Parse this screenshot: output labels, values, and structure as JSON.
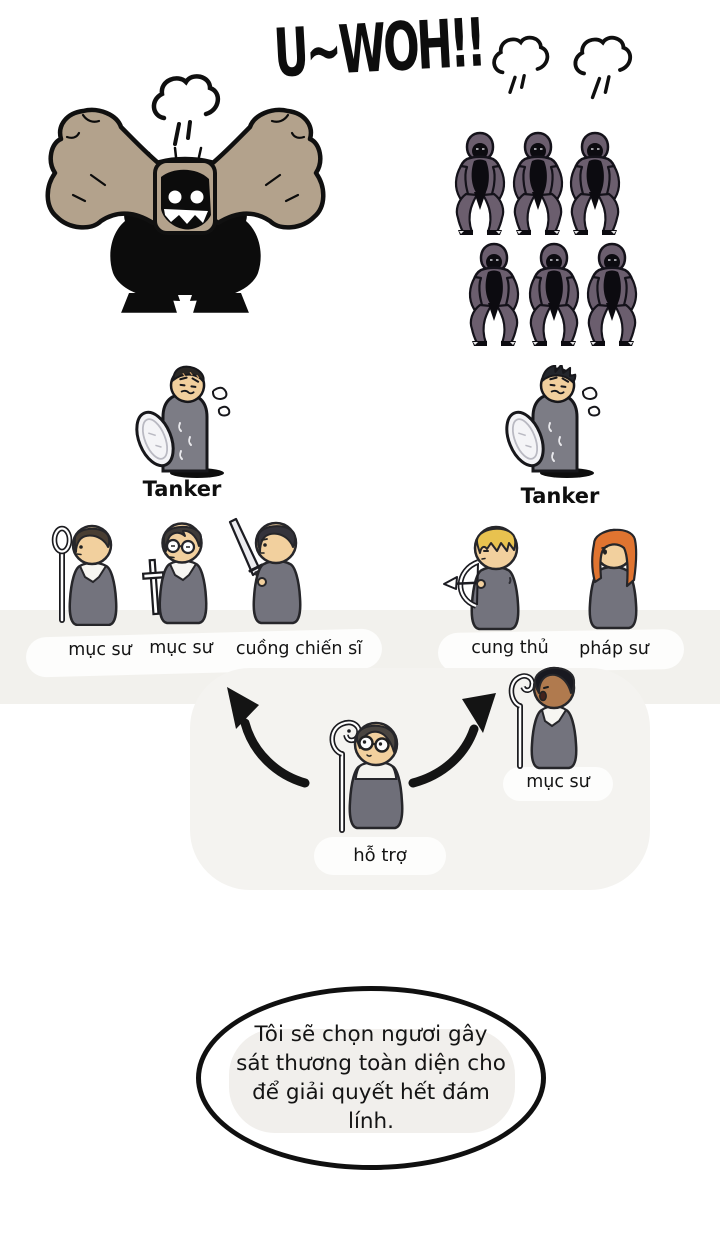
{
  "title": "U~WOH!!",
  "monster": {
    "icon": "golem-monster"
  },
  "soldiers": {
    "icon": "dark-soldier",
    "count": 6
  },
  "tankers": {
    "left_label": "Tanker",
    "right_label": "Tanker"
  },
  "melee_team": [
    {
      "icon": "priest-crosier",
      "label": "mục sư"
    },
    {
      "icon": "priest-cross",
      "label": "mục sư"
    },
    {
      "icon": "berserker-sword",
      "label": "cuồng chiến sĩ"
    }
  ],
  "ranged_team": [
    {
      "icon": "archer-bow",
      "label": "cung thủ"
    },
    {
      "icon": "mage-orange-hair",
      "label": "pháp sư"
    }
  ],
  "support": {
    "icon": "support-priest-staff",
    "label": "hỗ trợ"
  },
  "side_priest": {
    "icon": "priest-crosier-dark",
    "label": "mục sư"
  },
  "speech_bubble": {
    "lines": [
      "Tôi sẽ chọn ngươi gây",
      "sát thương toàn diện cho",
      "để giải quyết hết đám",
      "lính."
    ]
  },
  "colors": {
    "ink_black": "#111111",
    "robe_gray": "#73737d",
    "soldier_purple": "#6b5e6e",
    "monster_tan": "#b3a28c",
    "skin_light": "#f2d09e",
    "skin_dark": "#b07a4e",
    "hair_blonde": "#e8c24f",
    "hair_orange": "#e07430",
    "shield_white": "#f4f4f7",
    "wash_gray": "#f2f1ed"
  }
}
